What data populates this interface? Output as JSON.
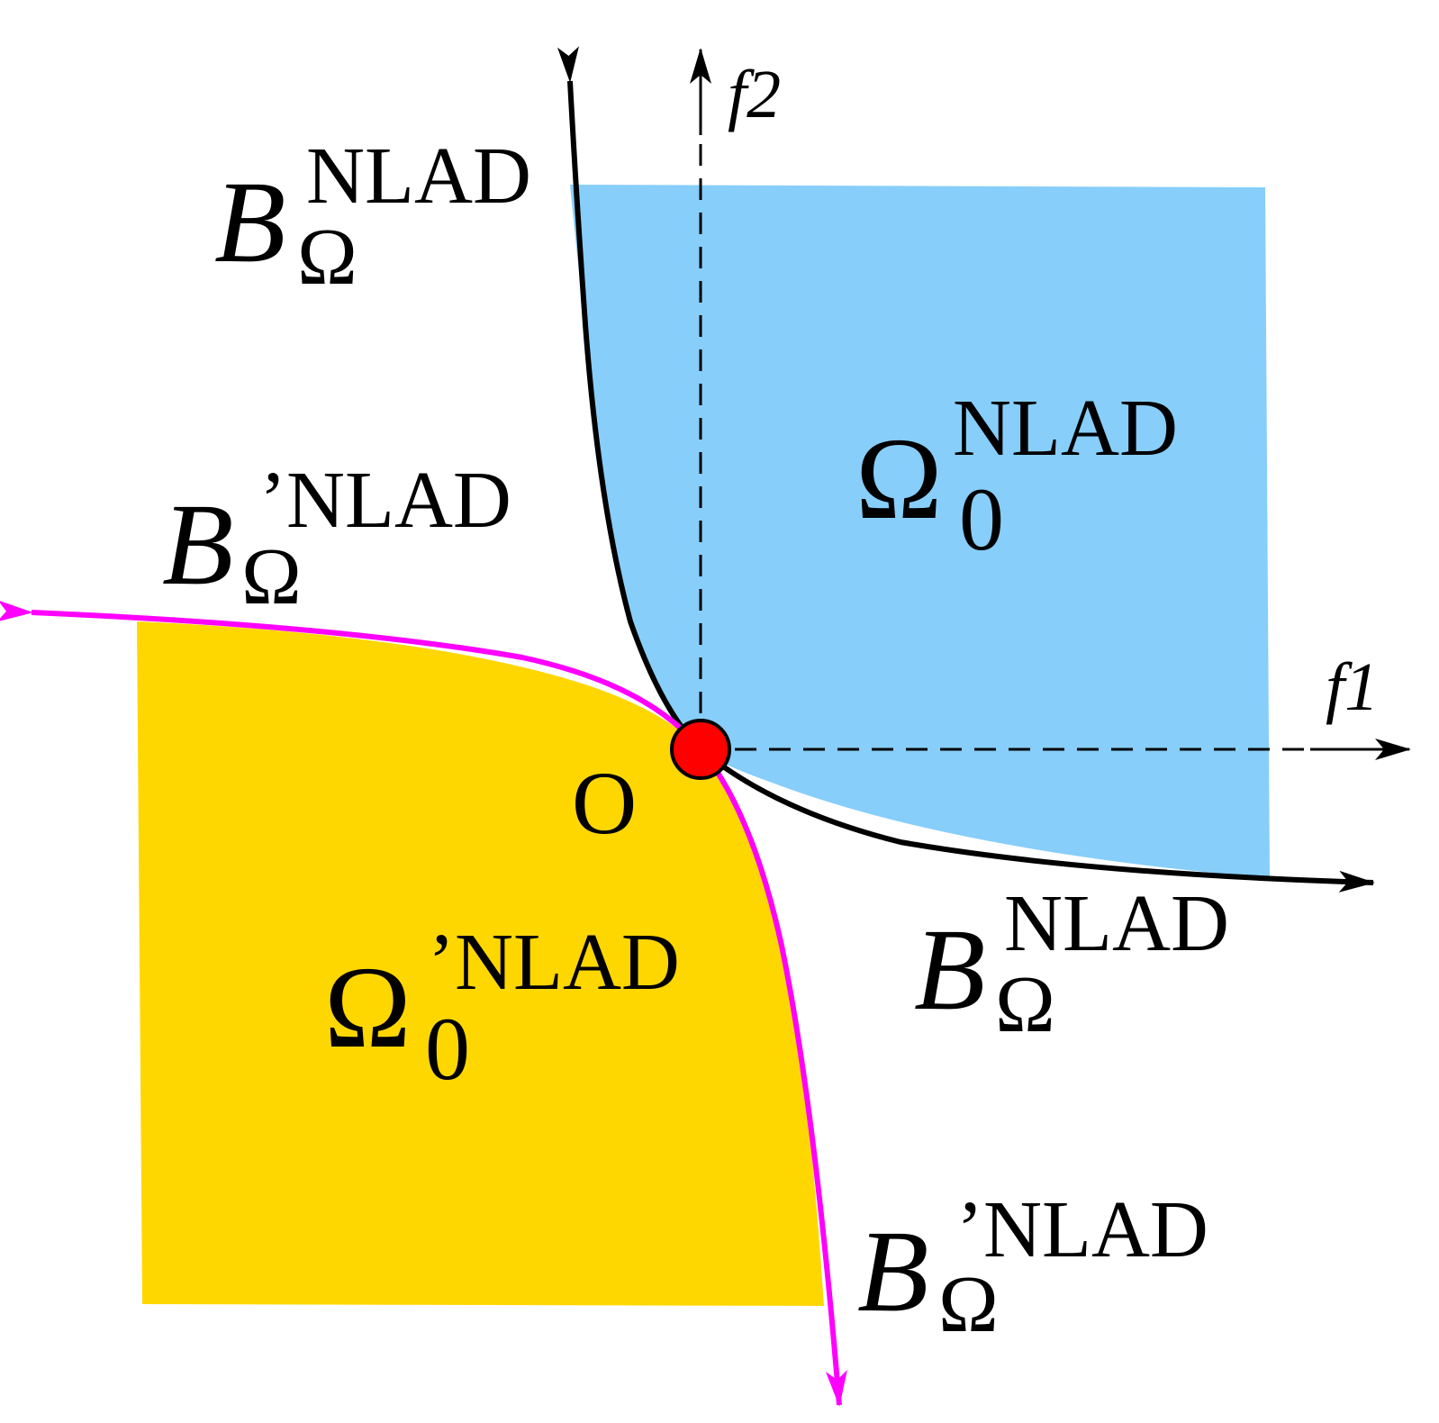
{
  "colors": {
    "omega_region": "#87cefa",
    "omega_prime_region": "#ffd700",
    "boundary": "#000000",
    "boundary_prime": "#ff00ff",
    "origin_point": "#ff0000",
    "background": "#ffffff"
  },
  "axes": {
    "x_label": "f1",
    "y_label": "f2",
    "style": "dashed-with-arrow"
  },
  "origin": {
    "label": "O"
  },
  "labels": {
    "omega0": {
      "base": "Ω",
      "sub": "0",
      "sup": "NLAD"
    },
    "omega0_prime": {
      "base": "Ω",
      "sub": "0",
      "sup": "’NLAD"
    },
    "b_omega": {
      "base": "B",
      "sub": "Ω",
      "sup": "NLAD"
    },
    "b_omega_prime": {
      "base": "B",
      "sub": "Ω",
      "sup": "’NLAD"
    }
  }
}
